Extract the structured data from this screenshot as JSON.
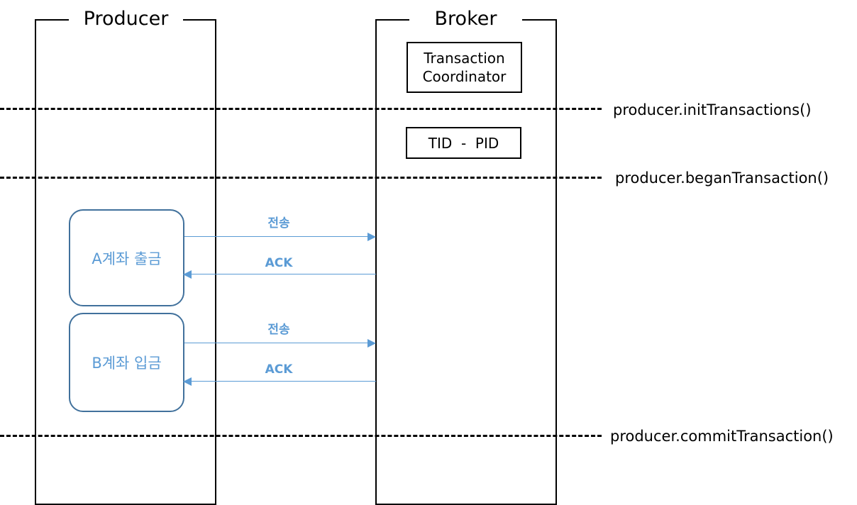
{
  "lanes": {
    "producer": "Producer",
    "broker": "Broker"
  },
  "broker_boxes": {
    "coordinator_line1": "Transaction",
    "coordinator_line2": "Coordinator",
    "tid_pid": "TID  -  PID"
  },
  "calls": {
    "init": "producer.initTransactions()",
    "begin": "producer.beganTransaction()",
    "commit": "producer.commitTransaction()"
  },
  "operations": {
    "a": "A계좌 출금",
    "b": "B계좌 입금"
  },
  "messages": {
    "send_a": "전송",
    "ack_a": "ACK",
    "send_b": "전송",
    "ack_b": "ACK"
  },
  "colors": {
    "message": "#5b9bd5",
    "operation_border": "#41719c"
  }
}
